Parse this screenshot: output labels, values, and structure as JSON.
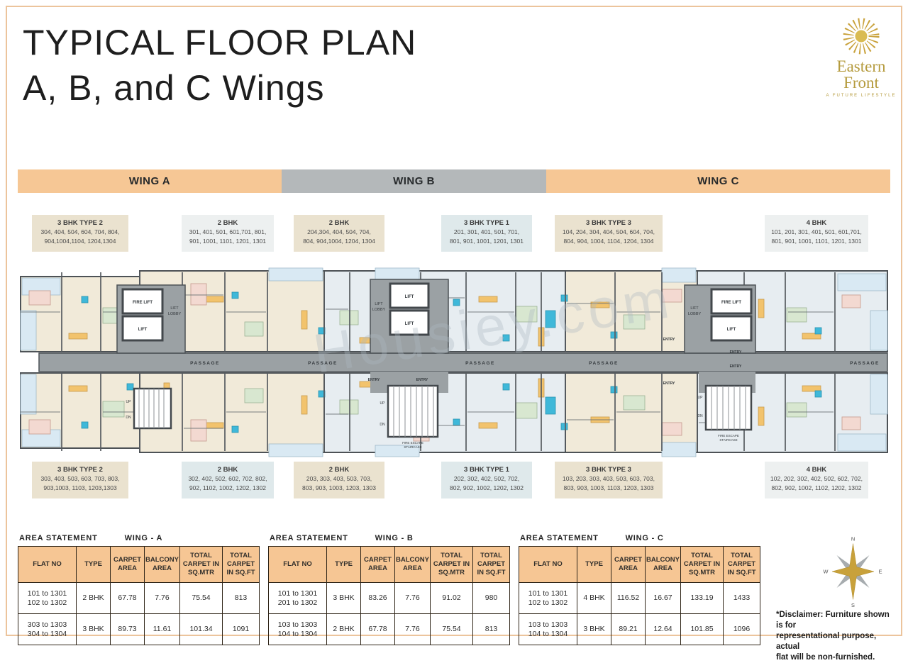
{
  "header": {
    "title_line1": "TYPICAL FLOOR PLAN",
    "title_line2": "A, B, and C Wings",
    "logo": {
      "line1": "Eastern",
      "line2": "Front",
      "tagline": "A FUTURE LIFESTYLE"
    }
  },
  "wing_bar": [
    {
      "label": "WING A"
    },
    {
      "label": "WING B"
    },
    {
      "label": "WING C"
    }
  ],
  "unit_labels_top": [
    {
      "title": "3 BHK TYPE 2",
      "line1": "304, 404, 504, 604, 704, 804,",
      "line2": "904,1004,1104, 1204,1304",
      "bg": "beige"
    },
    {
      "title": "2 BHK",
      "line1": "301, 401, 501, 601,701, 801,",
      "line2": "901, 1001, 1101, 1201, 1301",
      "bg": "light"
    },
    {
      "title": "2 BHK",
      "line1": "204,304, 404, 504, 704,",
      "line2": "804, 904,1004, 1204, 1304",
      "bg": "beige"
    },
    {
      "title": "3 BHK TYPE 1",
      "line1": "201, 301, 401, 501, 701,",
      "line2": "801, 901, 1001, 1201, 1301",
      "bg": "blue"
    },
    {
      "title": "3 BHK TYPE 3",
      "line1": "104, 204, 304, 404, 504, 604, 704,",
      "line2": "804, 904, 1004, 1104, 1204, 1304",
      "bg": "beige"
    },
    {
      "title": "4 BHK",
      "line1": "101, 201, 301, 401, 501, 601,701,",
      "line2": "801, 901, 1001, 1101, 1201, 1301",
      "bg": "light"
    }
  ],
  "unit_labels_bottom": [
    {
      "title": "3 BHK TYPE 2",
      "line1": "303, 403, 503, 603, 703, 803,",
      "line2": "903,1003, 1103, 1203,1303",
      "bg": "beige"
    },
    {
      "title": "2 BHK",
      "line1": "302, 402, 502, 602, 702, 802,",
      "line2": "902, 1102, 1002, 1202, 1302",
      "bg": "blue"
    },
    {
      "title": "2 BHK",
      "line1": "203, 303, 403, 503, 703,",
      "line2": "803, 903, 1003, 1203, 1303",
      "bg": "beige"
    },
    {
      "title": "3 BHK TYPE 1",
      "line1": "202, 302, 402, 502, 702,",
      "line2": "802, 902, 1002, 1202, 1302",
      "bg": "blue"
    },
    {
      "title": "3 BHK TYPE 3",
      "line1": "103, 203, 303, 403, 503, 603, 703,",
      "line2": "803, 903, 1003, 1103, 1203, 1303",
      "bg": "beige"
    },
    {
      "title": "4 BHK",
      "line1": "102, 202, 302, 402, 502, 602, 702,",
      "line2": "802, 902, 1002, 1102, 1202, 1302",
      "bg": "light"
    }
  ],
  "floor_plan": {
    "watermark": "Housiey.com",
    "labels": {
      "fire_lift": "FIRE LIFT",
      "lift": "LIFT",
      "lobby_line1": "LIFT",
      "lobby_line2": "LOBBY",
      "passage": "PASSAGE",
      "entry": "ENTRY",
      "up": "UP",
      "dn": "DN",
      "fire_escape_line1": "FIRE ESCAPE",
      "fire_escape_line2": "STAIRCASE"
    }
  },
  "area_tables": [
    {
      "section_title": "AREA STATEMENT",
      "wing": "WING - A",
      "columns": [
        "FLAT NO",
        "TYPE",
        "CARPET AREA",
        "BALCONY AREA",
        "TOTAL CARPET IN SQ.MTR",
        "TOTAL CARPET IN SQ.FT"
      ],
      "rows": [
        {
          "flat_a": "101 to 1301",
          "flat_b": "102 to 1302",
          "type": "2 BHK",
          "carpet": "67.78",
          "balcony": "7.76",
          "total_mtr": "75.54",
          "total_ft": "813"
        },
        {
          "flat_a": "303 to 1303",
          "flat_b": "304 to 1304",
          "type": "3 BHK",
          "carpet": "89.73",
          "balcony": "11.61",
          "total_mtr": "101.34",
          "total_ft": "1091"
        }
      ]
    },
    {
      "section_title": "AREA STATEMENT",
      "wing": "WING - B",
      "columns": [
        "FLAT NO",
        "TYPE",
        "CARPET AREA",
        "BALCONY AREA",
        "TOTAL CARPET IN SQ.MTR",
        "TOTAL CARPET IN SQ.FT"
      ],
      "rows": [
        {
          "flat_a": "101 to 1301",
          "flat_b": "201 to 1302",
          "type": "3 BHK",
          "carpet": "83.26",
          "balcony": "7.76",
          "total_mtr": "91.02",
          "total_ft": "980"
        },
        {
          "flat_a": "103 to 1303",
          "flat_b": "104 to 1304",
          "type": "2 BHK",
          "carpet": "67.78",
          "balcony": "7.76",
          "total_mtr": "75.54",
          "total_ft": "813"
        }
      ]
    },
    {
      "section_title": "AREA STATEMENT",
      "wing": "WING - C",
      "columns": [
        "FLAT NO",
        "TYPE",
        "CARPET AREA",
        "BALCONY AREA",
        "TOTAL CARPET IN SQ.MTR",
        "TOTAL CARPET IN SQ.FT"
      ],
      "rows": [
        {
          "flat_a": "101 to 1301",
          "flat_b": "102 to 1302",
          "type": "4 BHK",
          "carpet": "116.52",
          "balcony": "16.67",
          "total_mtr": "133.19",
          "total_ft": "1433"
        },
        {
          "flat_a": "103 to 1303",
          "flat_b": "104 to 1304",
          "type": "3 BHK",
          "carpet": "89.21",
          "balcony": "12.64",
          "total_mtr": "101.85",
          "total_ft": "1096"
        }
      ]
    }
  ],
  "compass": {
    "n": "N",
    "e": "E",
    "s": "S",
    "w": "W"
  },
  "disclaimer": {
    "line1": "*Disclaimer: Furniture shown is for",
    "line2": "representational purpose, actual",
    "line3": "flat will be non-furnished."
  },
  "colors": {
    "accent_peach": "#f6c795",
    "bar_gray": "#b4b8ba",
    "label_beige": "#eae2cf",
    "label_light": "#edf0f0",
    "label_blue": "#dfe9eb",
    "logo_gold": "#b59b3e",
    "wall_gray": "#4d5256",
    "corridor_gray": "#9ba1a4"
  }
}
